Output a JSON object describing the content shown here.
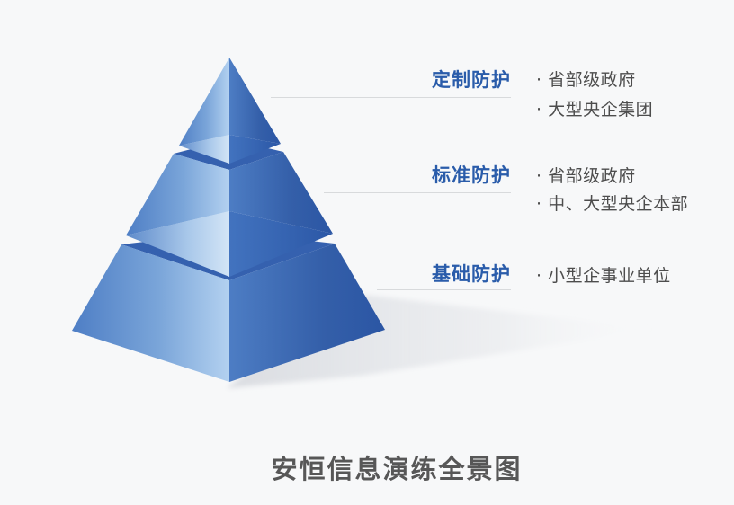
{
  "title": "安恒信息演练全景图",
  "diagram": {
    "type": "pyramid",
    "levels": 3,
    "order": "top-to-bottom"
  },
  "tiers": [
    {
      "level": 1,
      "label": "定制防护",
      "items": [
        "· 省部级政府",
        "· 大型央企集团"
      ]
    },
    {
      "level": 2,
      "label": "标准防护",
      "items": [
        "· 省部级政府",
        "· 中、大型央企本部"
      ]
    },
    {
      "level": 3,
      "label": "基础防护",
      "items": [
        "· 小型企事业单位"
      ]
    }
  ],
  "colors": {
    "background": "#f7f8f9",
    "label_blue": "#2a5caa",
    "item_text": "#4d4d4d",
    "title_text": "#575757",
    "connector_line": "#d8dadc",
    "pyramid_face_light": "#b3d1f0",
    "pyramid_face_mid": "#4e7ec5",
    "pyramid_face_dark": "#2b56a4",
    "pyramid_rim_dark": "#3561af",
    "pyramid_inner_highlight": "#d3e5f6",
    "ground_shadow": "#dcdee3"
  }
}
